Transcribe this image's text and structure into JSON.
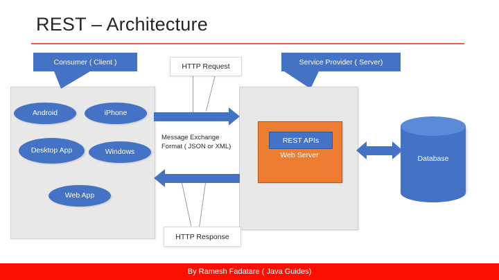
{
  "slide": {
    "title": "REST – Architecture",
    "footer": "By Ramesh Fadatare ( Java Guides)",
    "accent_rule_color": "#f1564a",
    "footer_color": "#fa0f00"
  },
  "callouts": {
    "consumer": "Consumer ( Client )",
    "provider": "Service Provider ( Server)"
  },
  "client": {
    "nodes": [
      {
        "label": "Android"
      },
      {
        "label": "iPhone"
      },
      {
        "label": "Desktop App"
      },
      {
        "label": "Windows"
      },
      {
        "label": "Web App"
      }
    ]
  },
  "server": {
    "web_server_label": "Web Server",
    "rest_apis_label": "REST APIs",
    "web_server_color": "#ed7d31",
    "rest_apis_color": "#4472c4"
  },
  "database": {
    "label": "Database",
    "color": "#4472c4"
  },
  "flows": {
    "http_request": "HTTP Request",
    "http_response": "HTTP Response",
    "message_exchange": "Message Exchange Format ( JSON or XML)"
  }
}
